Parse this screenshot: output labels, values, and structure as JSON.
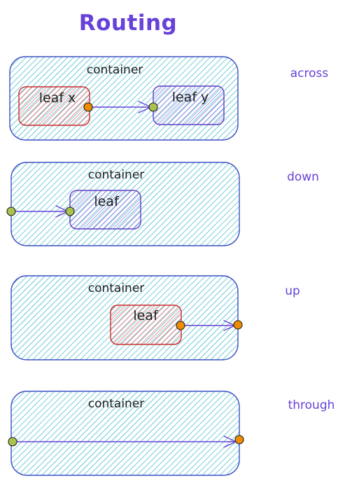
{
  "title": "Routing",
  "colors": {
    "title": "#6741d9",
    "container_stroke": "#3b4fc4",
    "container_hatch": "#15aabf",
    "leaf_red_stroke": "#c92a2a",
    "leaf_red_hatch": "#e03131",
    "leaf_blue_stroke": "#5f3dc4",
    "leaf_blue_hatch": "#6741d9",
    "arrow": "#6741d9",
    "port_fill": "#a9c34f",
    "port_fill_alt": "#f08c00"
  },
  "diagrams": [
    {
      "label": "across",
      "container_label": "container",
      "leaves": [
        {
          "label": "leaf x",
          "style": "red"
        },
        {
          "label": "leaf y",
          "style": "blue"
        }
      ]
    },
    {
      "label": "down",
      "container_label": "container",
      "leaves": [
        {
          "label": "leaf",
          "style": "blue"
        }
      ]
    },
    {
      "label": "up",
      "container_label": "container",
      "leaves": [
        {
          "label": "leaf",
          "style": "red"
        }
      ]
    },
    {
      "label": "through",
      "container_label": "container",
      "leaves": []
    }
  ]
}
